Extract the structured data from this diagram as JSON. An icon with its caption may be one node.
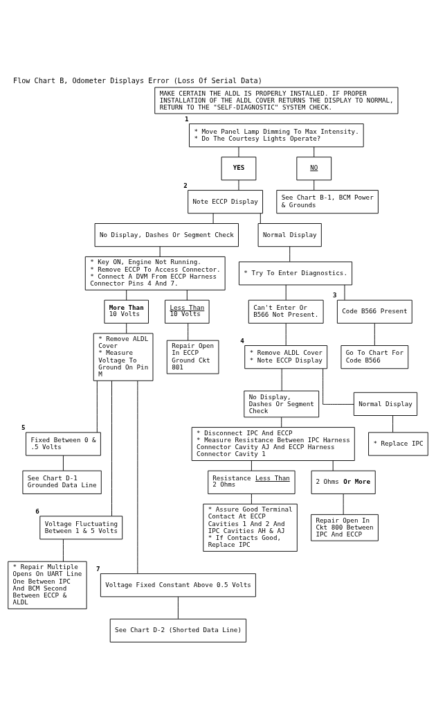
{
  "diagram": {
    "title": "Flow Chart B, Odometer Displays Error (Loss Of Serial Data)",
    "nodes": [
      {
        "text": [
          "MAKE CERTAIN THE ALDL IS PROPERLY INSTALLED. IF PROPER INSTALLATION OF THE ALDL COVER RETURNS THE DISPLAY TO NORMAL, RETURN TO THE \"SELF-DIAGNOSTIC\" SYSTEM CHECK."
        ]
      },
      {
        "text": [
          "* Move Panel Lamp Dimming To Max Intensity.",
          "* Do The Courtesy Lights Operate?"
        ],
        "beside": [
          "1"
        ]
      },
      {
        "text": [
          "YES"
        ]
      },
      {
        "text": [
          "NO"
        ]
      },
      {
        "text": [
          "Note ECCP Display"
        ],
        "beside": [
          "2"
        ]
      },
      {
        "text": [
          "See Chart B-1, BCM Power & Grounds"
        ]
      },
      {
        "text": [
          "No Display, Dashes Or Segment Check"
        ]
      },
      {
        "text": [
          "Normal Display"
        ]
      },
      {
        "text": [
          "* Key ON, Engine Not Running.",
          "* Remove ECCP To Access Connector.",
          "* Connect A DVM From ECCP Harness Connector Pins 4 And 7."
        ]
      },
      {
        "text": [
          "* Try To Enter Diagnostics."
        ]
      },
      {
        "text": [
          "**More Than** 10 Volts"
        ]
      },
      {
        "text": [
          "Less Than 10 Volts"
        ]
      },
      {
        "text": [
          "Can't Enter Or B566 Not Present."
        ]
      },
      {
        "text": [
          "Code B566 Present"
        ],
        "beside": [
          "3"
        ]
      },
      {
        "text": [
          "* Remove ALDL Cover",
          "* Measure Voltage To Ground On Pin M"
        ]
      },
      {
        "text": [
          "Go To Chart For Code B566"
        ]
      },
      {
        "text": [
          "* Remove ALDL Cover",
          "* Note ECCP Display"
        ],
        "beside": [
          "4"
        ]
      },
      {
        "text": [
          "No Display, Dashes Or Segment Check"
        ]
      },
      {
        "text": [
          "Normal Display"
        ]
      },
      {
        "text": [
          "Repair Open In ECCP Ground Ckt 801"
        ]
      },
      {
        "text": [
          "* Replace IPC"
        ]
      },
      {
        "text": [
          "* Disconnect IPC And ECCP",
          "* Measure Resistance Between IPC Harness Connector Cavity AJ And ECCP Harness Connector Cavity 1"
        ]
      },
      {
        "text": [
          "Fixed Between 0 & .5 Volts"
        ],
        "beside": [
          "5"
        ]
      },
      {
        "text": [
          "Resistance Less Than 2 Ohms"
        ]
      },
      {
        "text": [
          "2 Ohms **Or More**"
        ]
      },
      {
        "text": [
          "See Chart D-1 Grounded Data Line"
        ]
      },
      {
        "text": [
          "Repair Open In Ckt 800 Between IPC And ECCP"
        ]
      },
      {
        "text": [
          "* Assure Good Terminal Contact At ECCP Cavities 1 And 2 And IPC Cavities AH & AJ",
          "* If Contacts Good, Replace IPC"
        ]
      },
      {
        "text": [
          "Voltage Fluctuating Between 1 & 5 Volts"
        ],
        "beside": [
          "6"
        ]
      },
      {
        "text": [
          "* Repair Multiple Opens On UART Line One Between IPC And BCM Second Between ECCP & ALDL"
        ]
      },
      {
        "text": [
          "Voltage Fixed Constant Above 0.5 Volts"
        ],
        "beside": [
          "7"
        ]
      },
      {
        "text": [
          "See Chart D-2 (Shorted Data Line)"
        ]
      }
    ],
    "edges": [
      {
        "from": 1,
        "to": 2,
        "arrow": "none"
      },
      {
        "from": 1,
        "to": 3,
        "arrow": "none"
      },
      {
        "from": 2,
        "to": 4,
        "arrow": "none"
      },
      {
        "from": 3,
        "to": 5,
        "arrow": "none"
      },
      {
        "from": 4,
        "to": 6,
        "arrow": "none"
      },
      {
        "from": 4,
        "to": 7,
        "arrow": "none"
      },
      {
        "from": 6,
        "to": 8,
        "arrow": "none"
      },
      {
        "from": 7,
        "to": 9,
        "arrow": "none"
      },
      {
        "from": 8,
        "to": 10,
        "arrow": "none"
      },
      {
        "from": 8,
        "to": 11,
        "arrow": "none"
      },
      {
        "from": 9,
        "to": 12,
        "arrow": "none"
      },
      {
        "from": 9,
        "to": 13,
        "arrow": "none"
      },
      {
        "from": 10,
        "to": 14,
        "arrow": "none"
      },
      {
        "from": 11,
        "to": 19,
        "arrow": "none"
      },
      {
        "from": 12,
        "to": 16,
        "arrow": "none"
      },
      {
        "from": 13,
        "to": 15,
        "arrow": "none"
      },
      {
        "from": 14,
        "to": 22,
        "arrow": "none"
      },
      {
        "from": 14,
        "to": 28,
        "arrow": "none"
      },
      {
        "from": 14,
        "to": 30,
        "arrow": "none"
      },
      {
        "from": 16,
        "to": 17,
        "arrow": "none"
      },
      {
        "from": 16,
        "to": 18,
        "arrow": "none"
      },
      {
        "from": 17,
        "to": 21,
        "arrow": "none"
      },
      {
        "from": 18,
        "to": 20,
        "arrow": "none"
      },
      {
        "from": 21,
        "to": 23,
        "arrow": "none"
      },
      {
        "from": 21,
        "to": 24,
        "arrow": "none"
      },
      {
        "from": 22,
        "to": 25,
        "arrow": "none"
      },
      {
        "from": 23,
        "to": 27,
        "arrow": "none"
      },
      {
        "from": 24,
        "to": 26,
        "arrow": "none"
      },
      {
        "from": 28,
        "to": 29,
        "arrow": "none"
      },
      {
        "from": 30,
        "to": 31,
        "arrow": "none"
      }
    ]
  }
}
